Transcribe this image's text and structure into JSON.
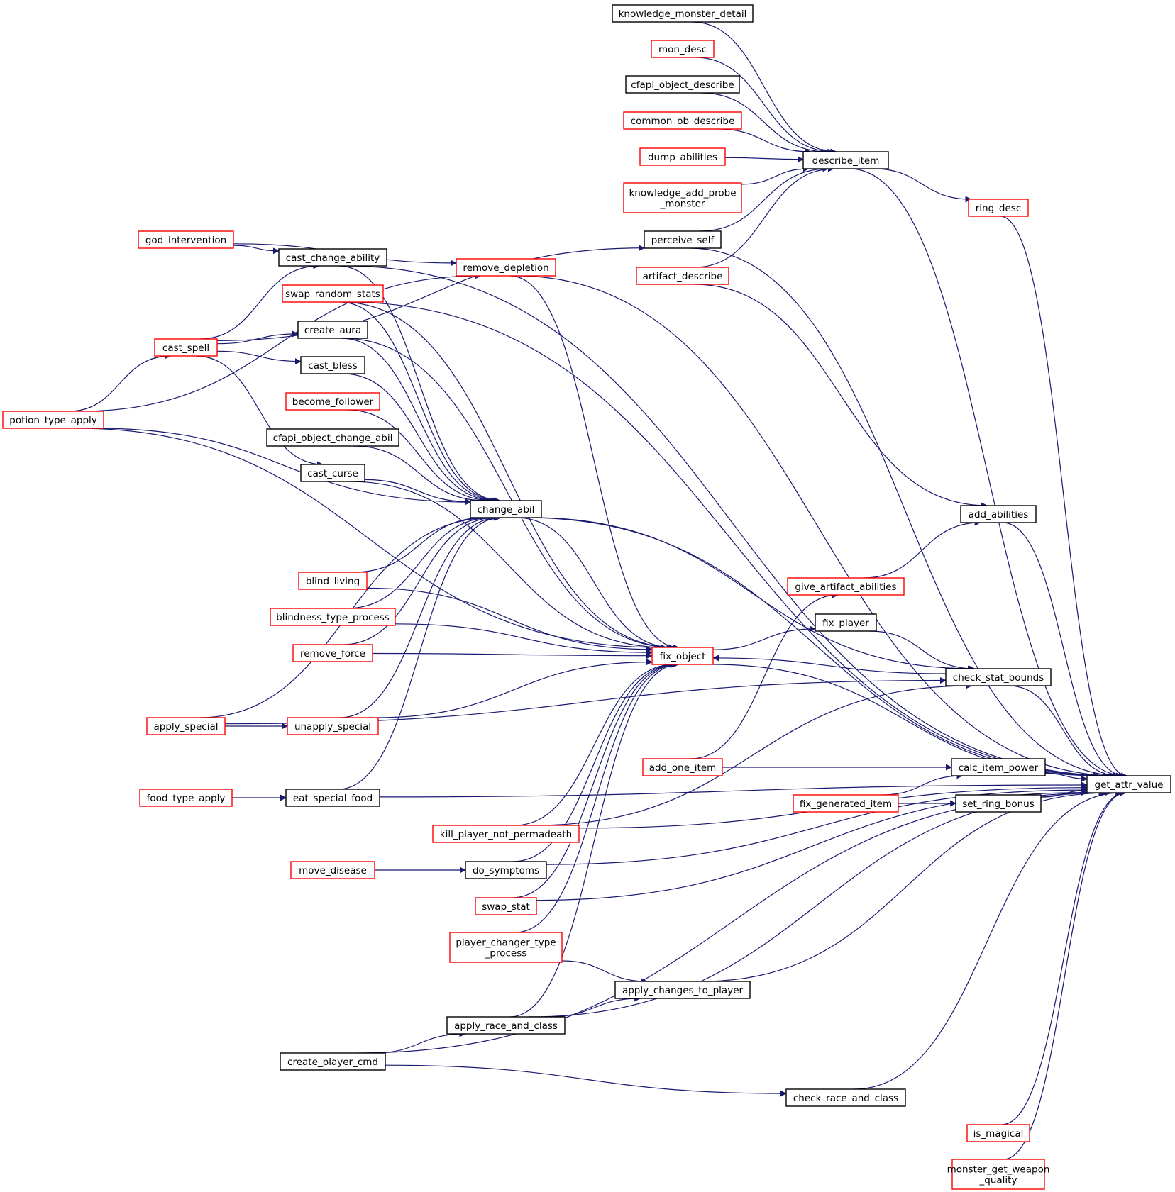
{
  "colors": {
    "edge": "#191970",
    "link_border": "#ff0000",
    "plain_border": "#000000",
    "root_fill": "#bfbfbf"
  },
  "nodes": [
    {
      "id": "get_attr_value",
      "label": "get_attr_value",
      "style": "root"
    },
    {
      "id": "knowledge_monster_detail",
      "label": "knowledge_monster_detail",
      "style": "plain"
    },
    {
      "id": "mon_desc",
      "label": "mon_desc",
      "style": "link"
    },
    {
      "id": "cfapi_object_describe",
      "label": "cfapi_object_describe",
      "style": "plain"
    },
    {
      "id": "common_ob_describe",
      "label": "common_ob_describe",
      "style": "link"
    },
    {
      "id": "dump_abilities",
      "label": "dump_abilities",
      "style": "link"
    },
    {
      "id": "knowledge_add_probe_monster",
      "label": [
        "knowledge_add_probe",
        "_monster"
      ],
      "style": "link"
    },
    {
      "id": "perceive_self",
      "label": "perceive_self",
      "style": "plain"
    },
    {
      "id": "artifact_describe",
      "label": "artifact_describe",
      "style": "link"
    },
    {
      "id": "describe_item",
      "label": "describe_item",
      "style": "plain"
    },
    {
      "id": "ring_desc",
      "label": "ring_desc",
      "style": "link"
    },
    {
      "id": "god_intervention",
      "label": "god_intervention",
      "style": "link"
    },
    {
      "id": "cast_change_ability",
      "label": "cast_change_ability",
      "style": "plain"
    },
    {
      "id": "remove_depletion",
      "label": "remove_depletion",
      "style": "link"
    },
    {
      "id": "swap_random_stats",
      "label": "swap_random_stats",
      "style": "link"
    },
    {
      "id": "create_aura",
      "label": "create_aura",
      "style": "plain"
    },
    {
      "id": "cast_spell",
      "label": "cast_spell",
      "style": "link"
    },
    {
      "id": "cast_bless",
      "label": "cast_bless",
      "style": "plain"
    },
    {
      "id": "become_follower",
      "label": "become_follower",
      "style": "link"
    },
    {
      "id": "potion_type_apply",
      "label": "potion_type_apply",
      "style": "link"
    },
    {
      "id": "cfapi_object_change_abil",
      "label": "cfapi_object_change_abil",
      "style": "plain"
    },
    {
      "id": "cast_curse",
      "label": "cast_curse",
      "style": "plain"
    },
    {
      "id": "change_abil",
      "label": "change_abil",
      "style": "plain"
    },
    {
      "id": "add_abilities",
      "label": "add_abilities",
      "style": "plain"
    },
    {
      "id": "blind_living",
      "label": "blind_living",
      "style": "link"
    },
    {
      "id": "give_artifact_abilities",
      "label": "give_artifact_abilities",
      "style": "link"
    },
    {
      "id": "blindness_type_process",
      "label": "blindness_type_process",
      "style": "link"
    },
    {
      "id": "fix_player",
      "label": "fix_player",
      "style": "plain"
    },
    {
      "id": "remove_force",
      "label": "remove_force",
      "style": "link"
    },
    {
      "id": "fix_object",
      "label": "fix_object",
      "style": "link"
    },
    {
      "id": "check_stat_bounds",
      "label": "check_stat_bounds",
      "style": "plain"
    },
    {
      "id": "apply_special",
      "label": "apply_special",
      "style": "link"
    },
    {
      "id": "unapply_special",
      "label": "unapply_special",
      "style": "link"
    },
    {
      "id": "add_one_item",
      "label": "add_one_item",
      "style": "link"
    },
    {
      "id": "calc_item_power",
      "label": "calc_item_power",
      "style": "plain"
    },
    {
      "id": "food_type_apply",
      "label": "food_type_apply",
      "style": "link"
    },
    {
      "id": "eat_special_food",
      "label": "eat_special_food",
      "style": "plain"
    },
    {
      "id": "fix_generated_item",
      "label": "fix_generated_item",
      "style": "link"
    },
    {
      "id": "set_ring_bonus",
      "label": "set_ring_bonus",
      "style": "plain"
    },
    {
      "id": "kill_player_not_permadeath",
      "label": "kill_player_not_permadeath",
      "style": "link"
    },
    {
      "id": "move_disease",
      "label": "move_disease",
      "style": "link"
    },
    {
      "id": "do_symptoms",
      "label": "do_symptoms",
      "style": "plain"
    },
    {
      "id": "swap_stat",
      "label": "swap_stat",
      "style": "link"
    },
    {
      "id": "player_changer_type_process",
      "label": [
        "player_changer_type",
        "_process"
      ],
      "style": "link"
    },
    {
      "id": "apply_changes_to_player",
      "label": "apply_changes_to_player",
      "style": "plain"
    },
    {
      "id": "apply_race_and_class",
      "label": "apply_race_and_class",
      "style": "plain"
    },
    {
      "id": "create_player_cmd",
      "label": "create_player_cmd",
      "style": "plain"
    },
    {
      "id": "check_race_and_class",
      "label": "check_race_and_class",
      "style": "plain"
    },
    {
      "id": "is_magical",
      "label": "is_magical",
      "style": "link"
    },
    {
      "id": "monster_get_weapon_quality",
      "label": [
        "monster_get_weapon",
        "_quality"
      ],
      "style": "link"
    }
  ],
  "edges": [
    [
      "knowledge_monster_detail",
      "describe_item"
    ],
    [
      "mon_desc",
      "describe_item"
    ],
    [
      "cfapi_object_describe",
      "describe_item"
    ],
    [
      "common_ob_describe",
      "describe_item"
    ],
    [
      "dump_abilities",
      "describe_item"
    ],
    [
      "knowledge_add_probe_monster",
      "describe_item"
    ],
    [
      "perceive_self",
      "describe_item"
    ],
    [
      "artifact_describe",
      "describe_item"
    ],
    [
      "describe_item",
      "ring_desc"
    ],
    [
      "describe_item",
      "get_attr_value"
    ],
    [
      "ring_desc",
      "get_attr_value"
    ],
    [
      "perceive_self",
      "get_attr_value"
    ],
    [
      "cast_spell",
      "perceive_self"
    ],
    [
      "god_intervention",
      "cast_change_ability"
    ],
    [
      "god_intervention",
      "remove_depletion"
    ],
    [
      "potion_type_apply",
      "remove_depletion"
    ],
    [
      "remove_depletion",
      "get_attr_value"
    ],
    [
      "cast_change_ability",
      "get_attr_value"
    ],
    [
      "swap_random_stats",
      "get_attr_value"
    ],
    [
      "cast_spell",
      "cast_change_ability"
    ],
    [
      "cast_spell",
      "create_aura"
    ],
    [
      "cast_spell",
      "cast_bless"
    ],
    [
      "cast_spell",
      "cast_curse"
    ],
    [
      "potion_type_apply",
      "cast_spell"
    ],
    [
      "artifact_describe",
      "add_abilities"
    ],
    [
      "add_abilities",
      "get_attr_value"
    ],
    [
      "cast_change_ability",
      "change_abil"
    ],
    [
      "swap_random_stats",
      "change_abil"
    ],
    [
      "create_aura",
      "change_abil"
    ],
    [
      "cast_bless",
      "change_abil"
    ],
    [
      "become_follower",
      "change_abil"
    ],
    [
      "cfapi_object_change_abil",
      "change_abil"
    ],
    [
      "cast_curse",
      "change_abil"
    ],
    [
      "potion_type_apply",
      "change_abil"
    ],
    [
      "blind_living",
      "change_abil"
    ],
    [
      "blindness_type_process",
      "change_abil"
    ],
    [
      "remove_force",
      "change_abil"
    ],
    [
      "apply_special",
      "change_abil"
    ],
    [
      "unapply_special",
      "change_abil"
    ],
    [
      "eat_special_food",
      "change_abil"
    ],
    [
      "change_abil",
      "get_attr_value"
    ],
    [
      "change_abil",
      "check_stat_bounds"
    ],
    [
      "remove_depletion",
      "fix_object"
    ],
    [
      "swap_random_stats",
      "fix_object"
    ],
    [
      "create_aura",
      "fix_object"
    ],
    [
      "cast_curse",
      "fix_object"
    ],
    [
      "change_abil",
      "fix_object"
    ],
    [
      "blind_living",
      "fix_object"
    ],
    [
      "blindness_type_process",
      "fix_object"
    ],
    [
      "remove_force",
      "fix_object"
    ],
    [
      "potion_type_apply",
      "fix_object"
    ],
    [
      "unapply_special",
      "fix_object"
    ],
    [
      "kill_player_not_permadeath",
      "fix_object"
    ],
    [
      "do_symptoms",
      "fix_object"
    ],
    [
      "swap_stat",
      "fix_object"
    ],
    [
      "player_changer_type_process",
      "fix_object"
    ],
    [
      "apply_race_and_class",
      "fix_object"
    ],
    [
      "fix_object",
      "fix_player"
    ],
    [
      "fix_object",
      "get_attr_value"
    ],
    [
      "fix_player",
      "check_stat_bounds"
    ],
    [
      "add_one_item",
      "give_artifact_abilities"
    ],
    [
      "give_artifact_abilities",
      "add_abilities"
    ],
    [
      "check_stat_bounds",
      "fix_object"
    ],
    [
      "kill_player_not_permadeath",
      "check_stat_bounds"
    ],
    [
      "apply_special",
      "check_stat_bounds"
    ],
    [
      "check_stat_bounds",
      "get_attr_value"
    ],
    [
      "apply_special",
      "unapply_special"
    ],
    [
      "add_one_item",
      "calc_item_power"
    ],
    [
      "fix_generated_item",
      "calc_item_power"
    ],
    [
      "fix_generated_item",
      "set_ring_bonus"
    ],
    [
      "calc_item_power",
      "get_attr_value"
    ],
    [
      "set_ring_bonus",
      "get_attr_value"
    ],
    [
      "food_type_apply",
      "eat_special_food"
    ],
    [
      "eat_special_food",
      "get_attr_value"
    ],
    [
      "kill_player_not_permadeath",
      "get_attr_value"
    ],
    [
      "move_disease",
      "do_symptoms"
    ],
    [
      "do_symptoms",
      "get_attr_value"
    ],
    [
      "swap_stat",
      "get_attr_value"
    ],
    [
      "player_changer_type_process",
      "apply_changes_to_player"
    ],
    [
      "apply_race_and_class",
      "apply_changes_to_player"
    ],
    [
      "apply_changes_to_player",
      "get_attr_value"
    ],
    [
      "create_player_cmd",
      "apply_race_and_class"
    ],
    [
      "apply_race_and_class",
      "get_attr_value"
    ],
    [
      "create_player_cmd",
      "get_attr_value"
    ],
    [
      "create_player_cmd",
      "check_race_and_class"
    ],
    [
      "check_race_and_class",
      "get_attr_value"
    ],
    [
      "is_magical",
      "get_attr_value"
    ],
    [
      "monster_get_weapon_quality",
      "get_attr_value"
    ]
  ]
}
